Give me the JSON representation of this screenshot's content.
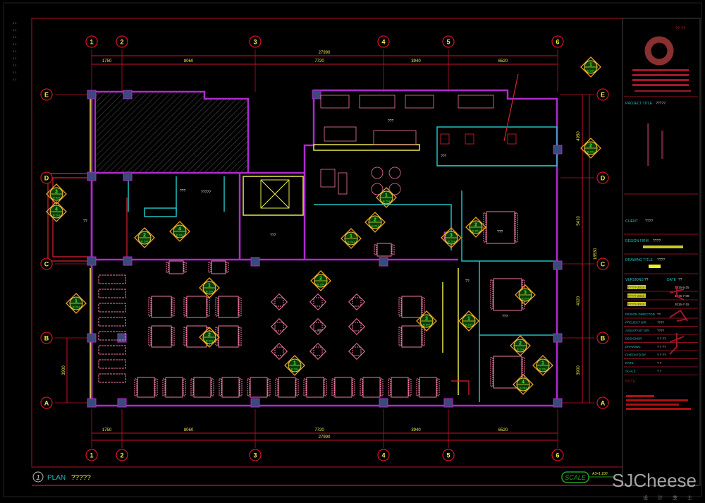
{
  "grid": {
    "columns": [
      "1",
      "2",
      "3",
      "4",
      "5",
      "6"
    ],
    "rows": [
      "E",
      "D",
      "C",
      "B",
      "A"
    ]
  },
  "dimensions": {
    "top_total": "27990",
    "top_segments": [
      "1750",
      "8060",
      "7720",
      "3940",
      "6520"
    ],
    "bottom_total": "27990",
    "bottom_segments": [
      "1750",
      "8060",
      "7720",
      "3940",
      "6520"
    ],
    "right_segments": [
      "4950",
      "5410",
      "4020",
      "3900"
    ],
    "right_total": "18530",
    "left_segment": "3900"
  },
  "markers": [
    {
      "n": "1",
      "ref": "B 2/H"
    },
    {
      "n": "2",
      "ref": "B 2/H"
    },
    {
      "n": "3",
      "ref": "B 2/H"
    },
    {
      "n": "4",
      "ref": "B 2/H"
    },
    {
      "n": "1",
      "ref": "B 2/H"
    },
    {
      "n": "2",
      "ref": "B 2/H"
    },
    {
      "n": "1",
      "ref": "B 2/H"
    },
    {
      "n": "2",
      "ref": "B 2/H"
    },
    {
      "n": "3",
      "ref": "B 2/H"
    },
    {
      "n": "1",
      "ref": "B 2/H"
    },
    {
      "n": "2",
      "ref": "B 2/H"
    },
    {
      "n": "4",
      "ref": "B 2/H"
    },
    {
      "n": "1",
      "ref": "B 2/H"
    },
    {
      "n": "3",
      "ref": "B 2/H"
    },
    {
      "n": "2",
      "ref": "B 2/H"
    },
    {
      "n": "1",
      "ref": "B 2/H"
    },
    {
      "n": "2",
      "ref": "B 2/H"
    },
    {
      "n": "3",
      "ref": "B 2/H"
    },
    {
      "n": "1",
      "ref": "B 2/H"
    },
    {
      "n": "2",
      "ref": "B 2/H"
    },
    {
      "n": "4",
      "ref": "B 2/H"
    },
    {
      "n": "1",
      "ref": "B 2/H"
    }
  ],
  "room_labels": [
    "??",
    "???",
    "?????",
    "???",
    "???",
    "???",
    "???",
    "???",
    "??",
    "??"
  ],
  "footer": {
    "plan_number": "1",
    "plan_label": "PLAN",
    "plan_title": "?????",
    "scale_label": "SCALE",
    "scale_value": "A3=1:100"
  },
  "title_block": {
    "company": "?? ??",
    "project_title_label": "PROJECT TITLE",
    "project_title_value": "?????",
    "client_label": "CLIENT",
    "client_value": "????",
    "design_firm_label": "DESIGN FIRM",
    "design_firm_value": "????",
    "drawing_title_label": "DRAWING TITLE",
    "drawing_title_value": "????",
    "versions_label": "VERSIONS",
    "versions_value": "??",
    "date_label": "DATE",
    "date_value": "??",
    "revisions": [
      {
        "name": "?????-2015",
        "date": "2015-6-25"
      },
      {
        "name": "?????-2015",
        "date": "2015-7-08"
      },
      {
        "name": "?????-2015",
        "date": "2015-7-15"
      }
    ],
    "fields": [
      {
        "label": "DESIGN DIRECTOR",
        "value": "??"
      },
      {
        "label": "PROJECT DIR",
        "value": "????"
      },
      {
        "label": "ASSISTANT DIR",
        "value": "????"
      },
      {
        "label": "DESIGNER",
        "value": "? ? ??"
      },
      {
        "label": "DRAWING",
        "value": "? ? ??"
      },
      {
        "label": "CHECKED BY",
        "value": "? ? ??"
      },
      {
        "label": "DATE",
        "value": "? ?"
      },
      {
        "label": "SCALE",
        "value": "? ?"
      }
    ],
    "notes_label": "NOTE:"
  },
  "watermark": {
    "brand": "SJCheese",
    "sub": "设 计 芝 士"
  },
  "colors": {
    "grid": "#d0102a",
    "wall": "#b02ad0",
    "dim_text": "#e8e84a",
    "marker": "#f0a020",
    "marker_fill": "#1ea01e",
    "furniture": "#f07aa0",
    "cyan": "#20c0c0"
  }
}
